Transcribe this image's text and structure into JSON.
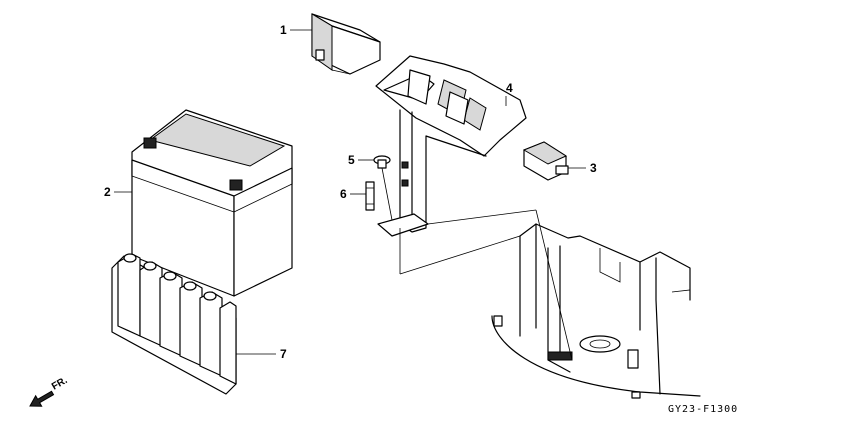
{
  "callouts": [
    {
      "id": "fuse-box-cover",
      "label": "1"
    },
    {
      "id": "battery",
      "label": "2"
    },
    {
      "id": "relay",
      "label": "3"
    },
    {
      "id": "battery-bracket",
      "label": "4"
    },
    {
      "id": "screw",
      "label": "5"
    },
    {
      "id": "fuse",
      "label": "6"
    },
    {
      "id": "electrolyte-pack",
      "label": "7"
    }
  ],
  "direction_marker": "FR.",
  "figure_code": "GY23-F1300"
}
